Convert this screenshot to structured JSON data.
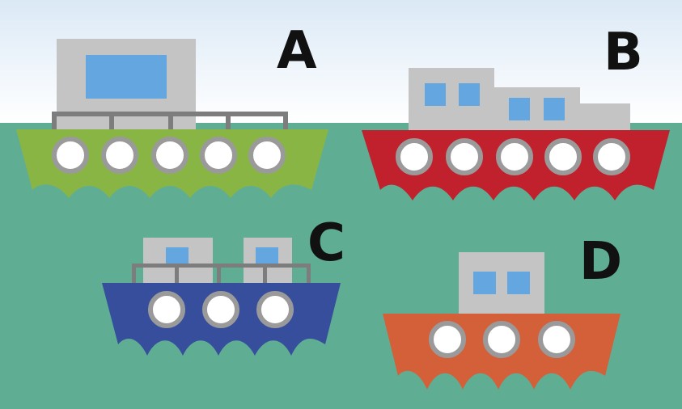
{
  "colors": {
    "sky_top": "#dbe9f6",
    "sky_bottom": "#ffffff",
    "sea": "#5fae94",
    "cabin": "#c4c4c4",
    "window": "#64a6e0",
    "rail": "#7d7d7d",
    "porthole_rim": "#9a9a9a",
    "porthole_glass": "#ffffff",
    "label": "#111111"
  },
  "boats": [
    {
      "id": "A",
      "label": "A",
      "hull_color": "#89b545",
      "portholes": 5,
      "style": "cabin-with-railing"
    },
    {
      "id": "B",
      "label": "B",
      "hull_color": "#c0212d",
      "portholes": 5,
      "style": "stepped-cabins"
    },
    {
      "id": "C",
      "label": "C",
      "hull_color": "#364e9c",
      "portholes": 3,
      "style": "twin-cabins-with-railing"
    },
    {
      "id": "D",
      "label": "D",
      "hull_color": "#d4603a",
      "portholes": 3,
      "style": "single-cabin"
    }
  ]
}
